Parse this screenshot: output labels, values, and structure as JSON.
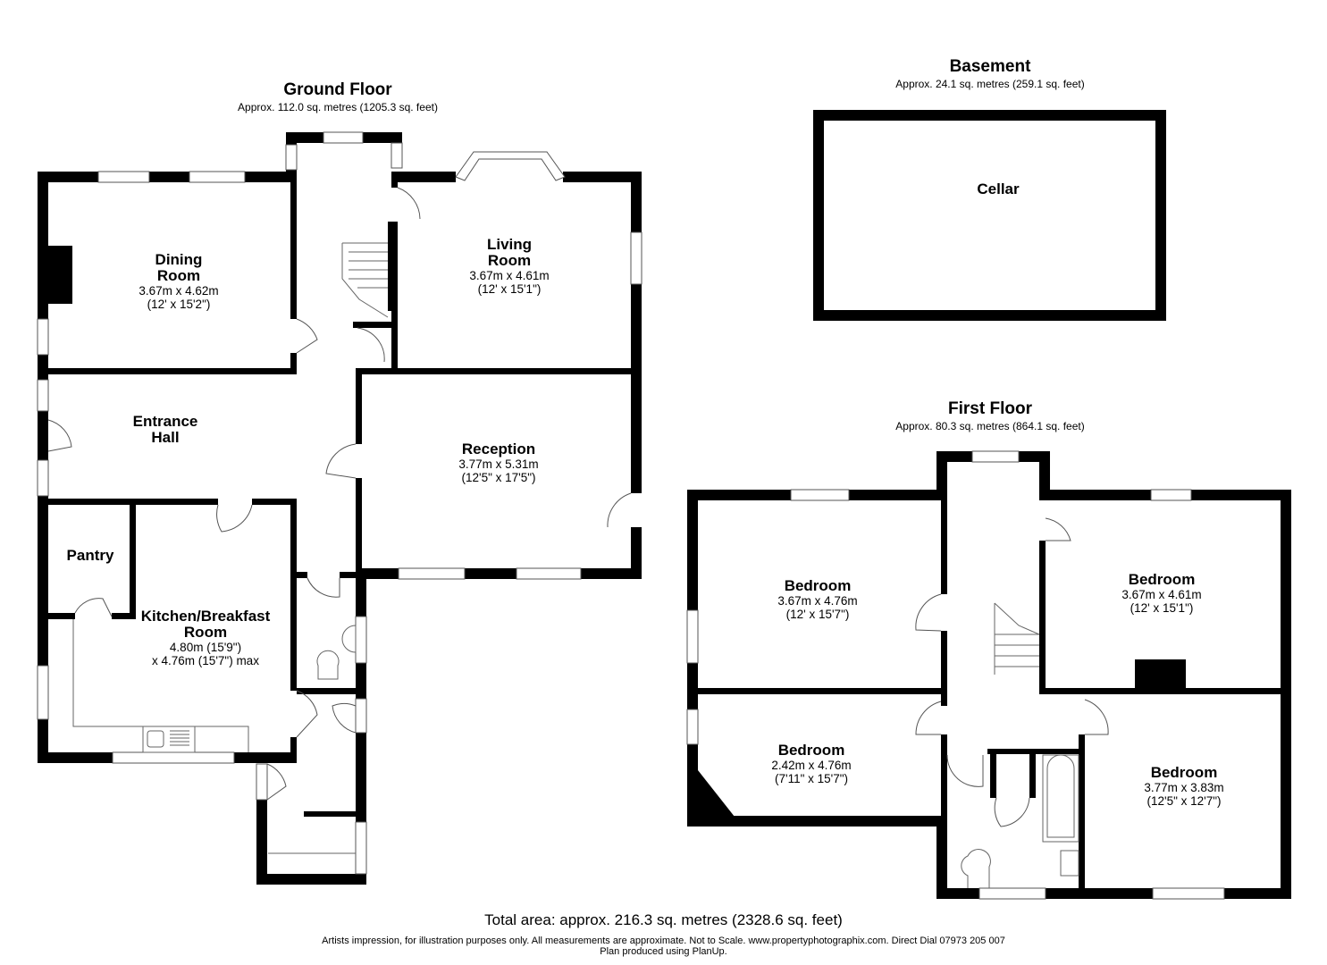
{
  "ground_floor": {
    "title": "Ground Floor",
    "area": "Approx. 112.0 sq. metres (1205.3 sq. feet)",
    "rooms": {
      "dining": {
        "name_line1": "Dining",
        "name_line2": "Room",
        "dim_m": "3.67m x 4.62m",
        "dim_ft": "(12' x 15'2\")"
      },
      "living": {
        "name_line1": "Living",
        "name_line2": "Room",
        "dim_m": "3.67m x 4.61m",
        "dim_ft": "(12' x 15'1\")"
      },
      "entrance": {
        "name_line1": "Entrance",
        "name_line2": "Hall"
      },
      "reception": {
        "name": "Reception",
        "dim_m": "3.77m x 5.31m",
        "dim_ft": "(12'5\" x 17'5\")"
      },
      "pantry": {
        "name": "Pantry"
      },
      "kitchen": {
        "name_line1": "Kitchen/Breakfast",
        "name_line2": "Room",
        "dim_line1": "4.80m (15'9\")",
        "dim_line2": "x 4.76m (15'7\") max"
      }
    }
  },
  "basement": {
    "title": "Basement",
    "area": "Approx. 24.1 sq. metres (259.1 sq. feet)",
    "rooms": {
      "cellar": {
        "name": "Cellar"
      }
    }
  },
  "first_floor": {
    "title": "First Floor",
    "area": "Approx. 80.3 sq. metres (864.1 sq. feet)",
    "rooms": {
      "bedroom1": {
        "name": "Bedroom",
        "dim_m": "3.67m x 4.76m",
        "dim_ft": "(12' x 15'7\")"
      },
      "bedroom2": {
        "name": "Bedroom",
        "dim_m": "3.67m x 4.61m",
        "dim_ft": "(12' x 15'1\")"
      },
      "bedroom3": {
        "name": "Bedroom",
        "dim_m": "2.42m x 4.76m",
        "dim_ft": "(7'11\" x 15'7\")"
      },
      "bedroom4": {
        "name": "Bedroom",
        "dim_m": "3.77m x 3.83m",
        "dim_ft": "(12'5\" x 12'7\")"
      }
    }
  },
  "footer": {
    "total": "Total area: approx. 216.3 sq. metres (2328.6 sq. feet)",
    "disclaimer": "Artists impression, for illustration purposes only. All measurements are approximate. Not to Scale. www.propertyphotographix.com. Direct Dial 07973 205 007",
    "credit": "Plan produced using PlanUp."
  },
  "colors": {
    "wall": "#000000",
    "window": "#ffffff",
    "fixture_line": "#555555"
  }
}
